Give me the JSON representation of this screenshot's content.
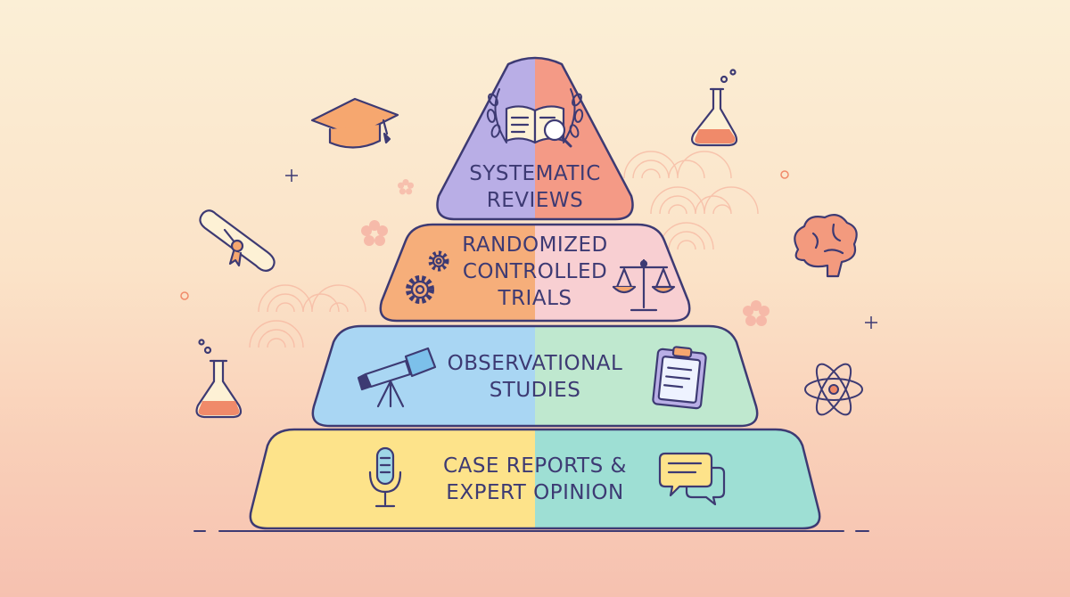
{
  "tiers": [
    {
      "label": "SYSTEMATIC\nREVIEWS",
      "left_color": "#b9aee6",
      "right_color": "#f49a86"
    },
    {
      "label": "RANDOMIZED\nCONTROLLED\nTRIALS",
      "left_color": "#f6ae7a",
      "right_color": "#f8cfd2"
    },
    {
      "label": "OBSERVATIONAL\nSTUDIES",
      "left_color": "#a9d6f3",
      "right_color": "#bfe8cf"
    },
    {
      "label": "CASE REPORTS &\nEXPERT OPINION",
      "left_color": "#fde38a",
      "right_color": "#9edfd4"
    }
  ],
  "icons": {
    "tier1": [
      "open-book-magnifier-icon",
      "laurel-wreath-icon"
    ],
    "tier2": [
      "gears-icon",
      "balance-scale-icon"
    ],
    "tier3": [
      "telescope-icon",
      "clipboard-icon"
    ],
    "tier4": [
      "microphone-icon",
      "speech-bubbles-icon"
    ],
    "decor": [
      "graduation-cap-icon",
      "diploma-scroll-icon",
      "flask-icon",
      "brain-icon",
      "atom-icon",
      "cherry-blossom-icon",
      "sparkle-icon",
      "wave-pattern"
    ]
  },
  "colors": {
    "outline": "#3d3a73",
    "text": "#3d3a73",
    "accent": "#f08a6a"
  }
}
